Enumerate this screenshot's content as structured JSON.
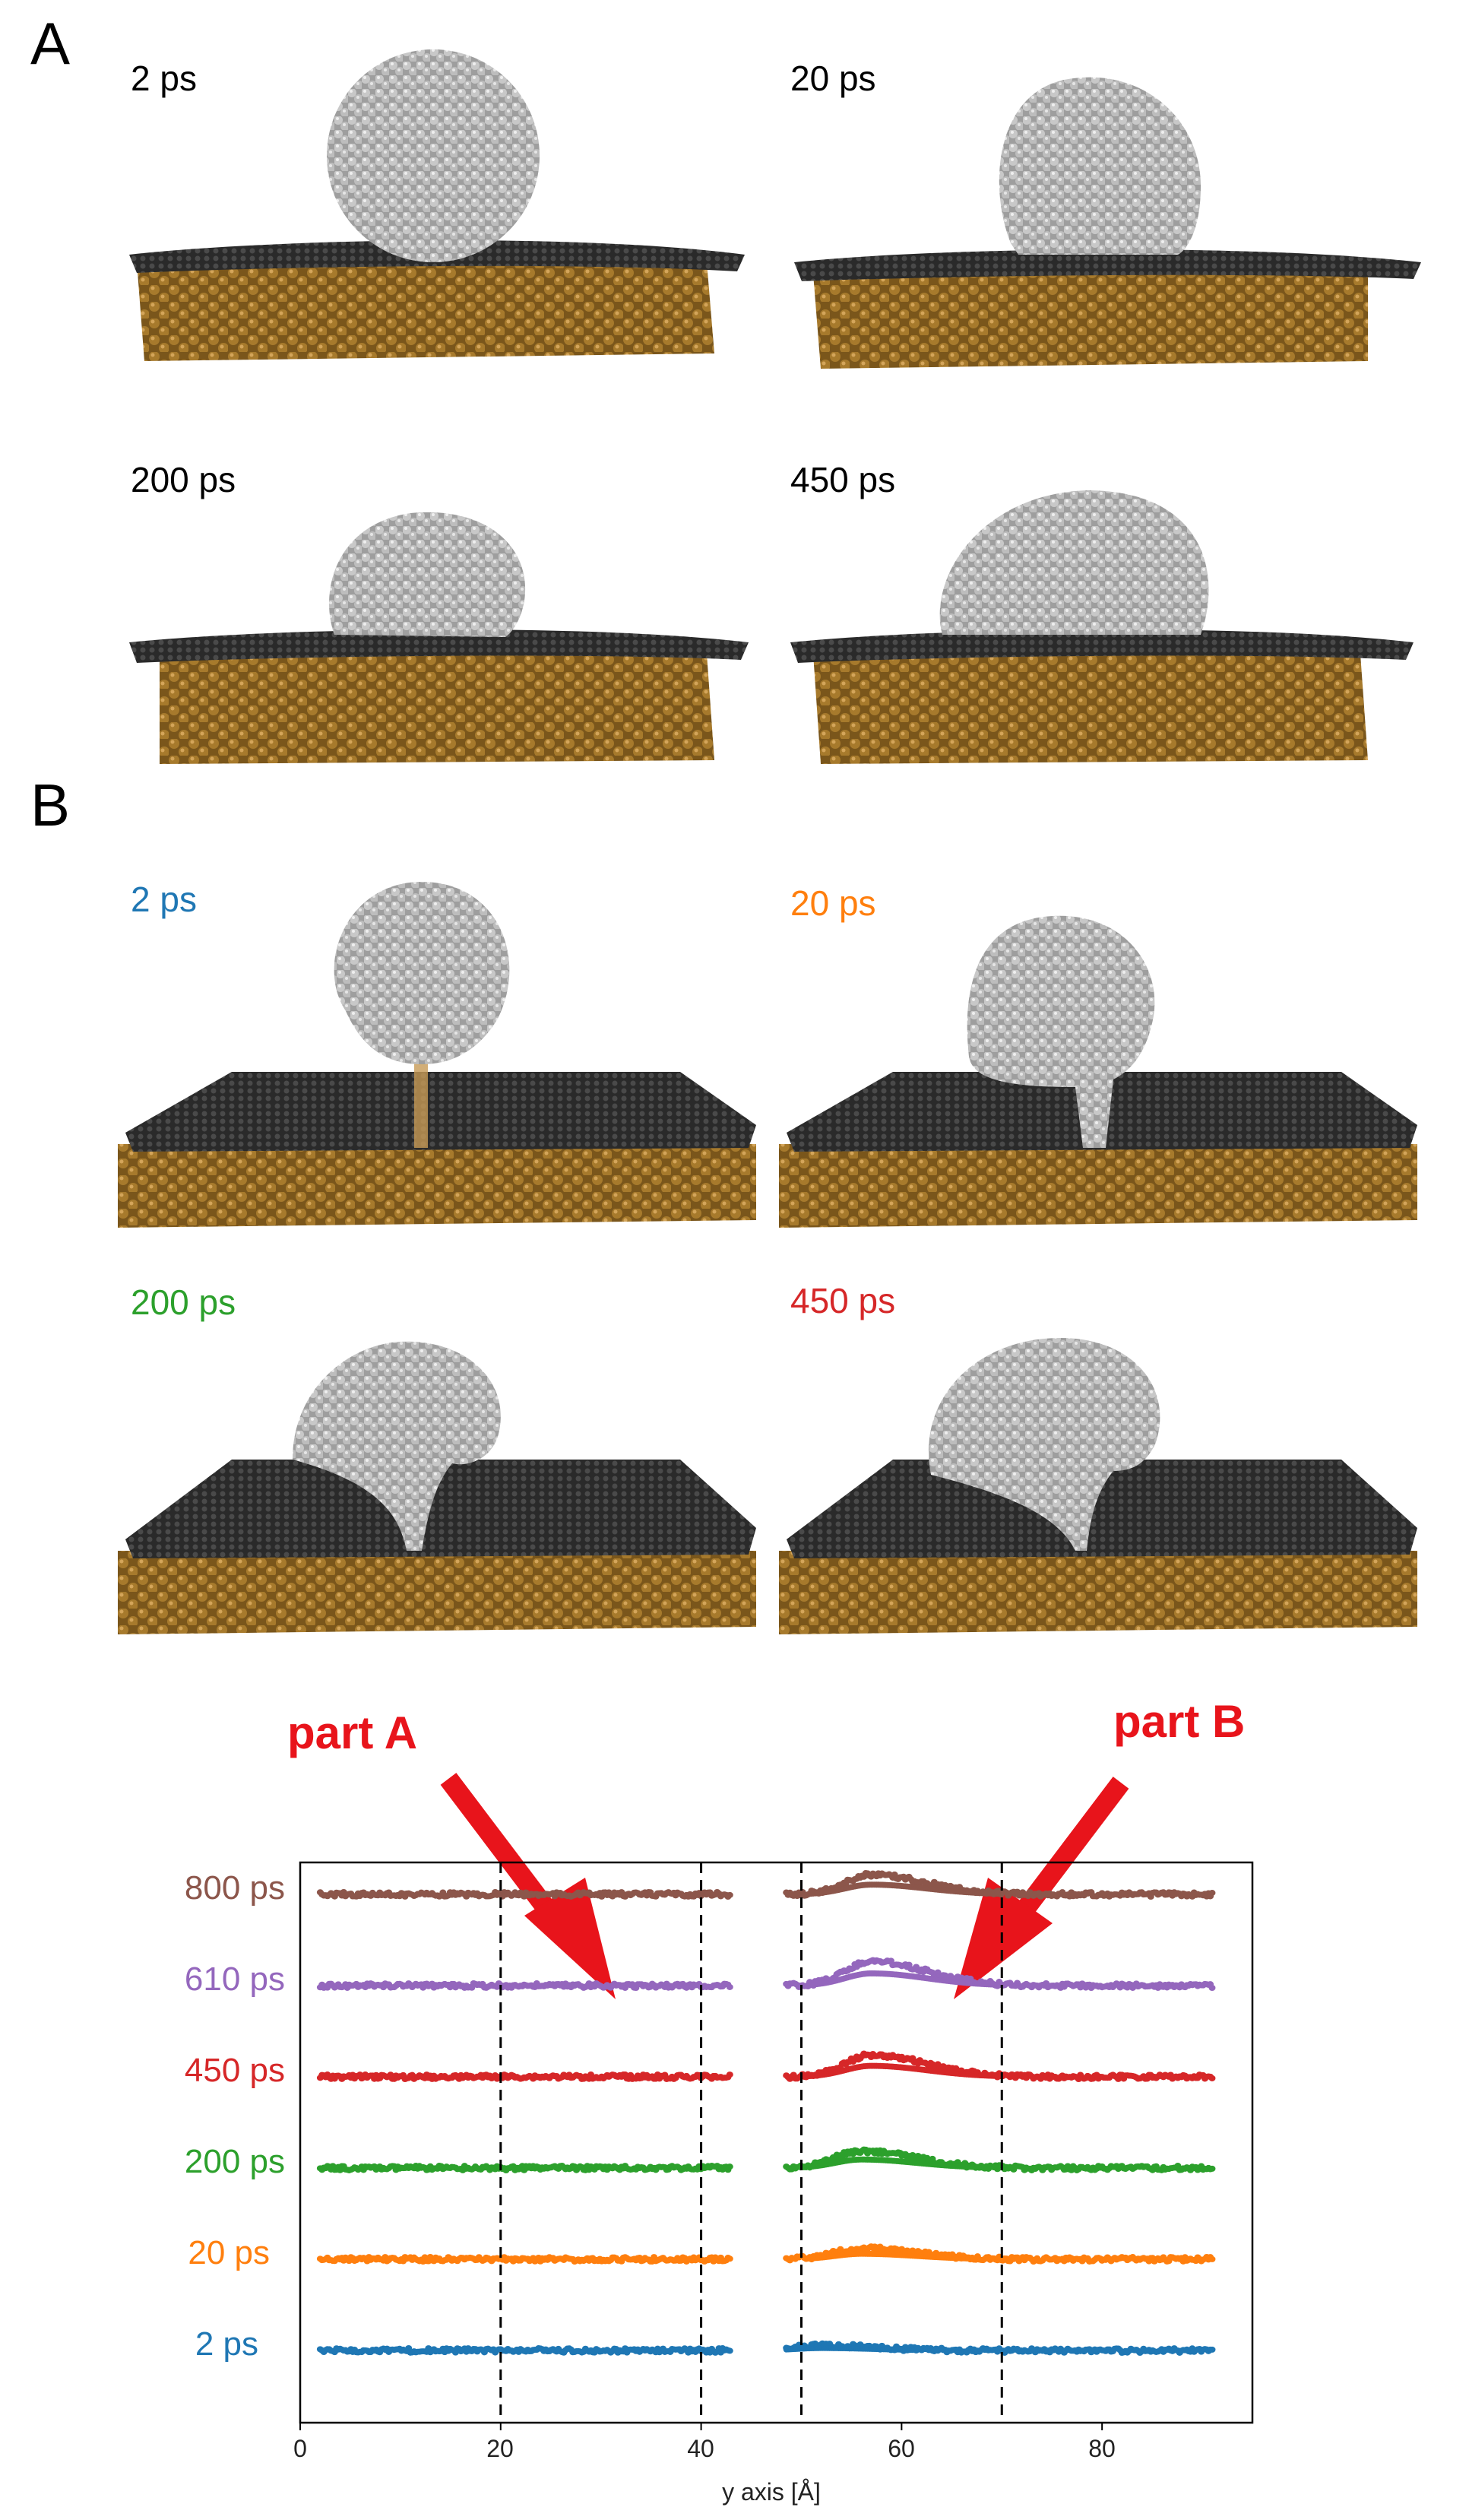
{
  "panels": {
    "A": {
      "letter": "A",
      "labels": [
        "2 ps",
        "20 ps",
        "200 ps",
        "450 ps"
      ]
    },
    "B": {
      "letter": "B",
      "labels": [
        "2 ps",
        "20 ps",
        "200 ps",
        "450 ps"
      ]
    }
  },
  "colors": {
    "2 ps": "#1f77b4",
    "20 ps": "#ff7f0e",
    "200 ps": "#2ca02c",
    "450 ps": "#d62728",
    "610 ps": "#9467bd",
    "800 ps": "#8c564b",
    "arrow": "#e8141b",
    "substrate": "#8a6423",
    "graphene": "#2b2b2b",
    "droplet": "#b8b8b8"
  },
  "annotations": {
    "arrow_a": "part A",
    "arrow_b": "part B"
  },
  "chart_data": {
    "type": "scatter",
    "xlabel": "y axis [Å]",
    "ylabel": "",
    "xlim": [
      0,
      95
    ],
    "xticks": [
      0,
      20,
      40,
      60,
      80
    ],
    "xtick_labels": [
      "0",
      "20",
      "40",
      "60",
      "80"
    ],
    "dashed_vlines": [
      20,
      40,
      50,
      70
    ],
    "grid": false,
    "series_labels": [
      "800 ps",
      "610 ps",
      "450 ps",
      "200 ps",
      "20 ps",
      "2 ps"
    ],
    "series": [
      {
        "name": "800 ps",
        "left": [
          2,
          43
        ],
        "right": [
          48.5,
          91
        ],
        "hump_center": 57,
        "hump_height": 0.8
      },
      {
        "name": "610 ps",
        "left": [
          2,
          43
        ],
        "right": [
          48.5,
          91
        ],
        "hump_center": 57,
        "hump_height": 1.0
      },
      {
        "name": "450 ps",
        "left": [
          2,
          43
        ],
        "right": [
          48.5,
          91
        ],
        "hump_center": 57,
        "hump_height": 0.9
      },
      {
        "name": "200 ps",
        "left": [
          2,
          43
        ],
        "right": [
          48.5,
          91
        ],
        "hump_center": 56,
        "hump_height": 0.7
      },
      {
        "name": "20 ps",
        "left": [
          2,
          43
        ],
        "right": [
          48.5,
          91
        ],
        "hump_center": 56,
        "hump_height": 0.45
      },
      {
        "name": "2 ps",
        "left": [
          2,
          43
        ],
        "right": [
          48.5,
          91
        ],
        "hump_center": 52,
        "hump_height": 0.2
      }
    ]
  }
}
